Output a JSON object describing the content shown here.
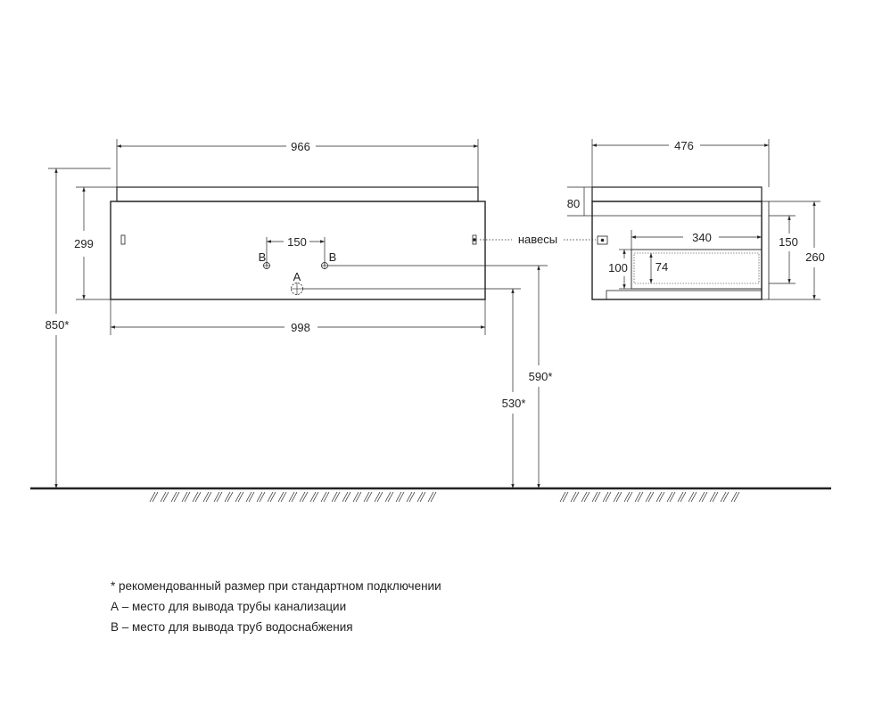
{
  "front_view": {
    "top_width": "966",
    "body_width": "998",
    "body_height": "299",
    "total_height": "850*",
    "pipe_spacing": "150",
    "label_b_left": "B",
    "label_b_right": "B",
    "label_a": "A",
    "height_590": "590*",
    "height_530": "530*"
  },
  "hinges_label": "навесы",
  "side_view": {
    "depth": "476",
    "top_thickness": "80",
    "drawer_depth": "340",
    "drawer_outer_height": "150",
    "body_height": "260",
    "drawer_height": "100",
    "drawer_inner_height": "74"
  },
  "legend": {
    "note_recommended": "* рекомендованный размер при стандартном подключении",
    "note_a": "А – место для вывода трубы канализации",
    "note_b": "В – место для вывода труб водоснабжения"
  }
}
